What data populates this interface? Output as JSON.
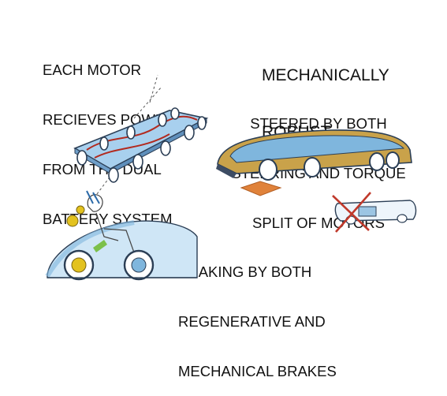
{
  "captions": {
    "power": [
      "EACH MOTOR",
      "RECIEVES POWER",
      "FROM THE DUAL",
      "BATTERY SYSTEM"
    ],
    "robust": [
      "MECHANICALLY",
      "ROBUST"
    ],
    "steered": [
      "STEERED BY BOTH",
      "STEERING AND TORQUE",
      "SPLIT OF MOTORS"
    ],
    "braking": [
      "BRAKING BY BOTH",
      "REGENERATIVE AND",
      "MECHANICAL BRAKES"
    ]
  },
  "colors": {
    "sketch_blue": "#7fb6dd",
    "sketch_dark": "#2b3e55",
    "wire_red": "#b22a1f",
    "arrow_orange": "#e0823a",
    "gear_yellow": "#e3c21e",
    "highlight_green": "#7cc04a",
    "body_gold": "#c9a24a"
  }
}
